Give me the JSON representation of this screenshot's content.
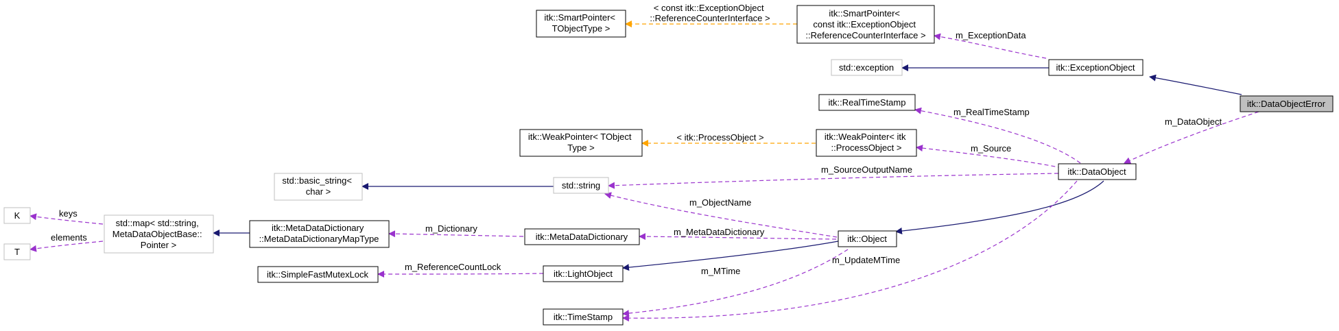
{
  "colors": {
    "inheritance": "#191970",
    "usage": "#9a32cd",
    "template": "#ffa500",
    "focus_fill": "#bfbfbf",
    "muted_border": "#bfbfbf"
  },
  "nodes": {
    "data_object_error": {
      "lines": [
        "itk::DataObjectError"
      ]
    },
    "exception_object": {
      "lines": [
        "itk::ExceptionObject"
      ]
    },
    "std_exception": {
      "lines": [
        "std::exception"
      ]
    },
    "smart_pointer_exception": {
      "lines": [
        "itk::SmartPointer<",
        "const itk::ExceptionObject",
        "::ReferenceCounterInterface >"
      ]
    },
    "smart_pointer_template": {
      "lines": [
        "itk::SmartPointer<",
        "TObjectType >"
      ]
    },
    "data_object": {
      "lines": [
        "itk::DataObject"
      ]
    },
    "real_time_stamp": {
      "lines": [
        "itk::RealTimeStamp"
      ]
    },
    "weak_pointer_process": {
      "lines": [
        "itk::WeakPointer< itk",
        "::ProcessObject >"
      ]
    },
    "weak_pointer_template": {
      "lines": [
        "itk::WeakPointer< TObject",
        "Type >"
      ]
    },
    "std_string": {
      "lines": [
        "std::string"
      ]
    },
    "basic_string": {
      "lines": [
        "std::basic_string<",
        "char >"
      ]
    },
    "itk_object": {
      "lines": [
        "itk::Object"
      ]
    },
    "meta_data_dictionary": {
      "lines": [
        "itk::MetaDataDictionary"
      ]
    },
    "meta_data_dictionary_map_type": {
      "lines": [
        "itk::MetaDataDictionary",
        "::MetaDataDictionaryMapType"
      ]
    },
    "std_map": {
      "lines": [
        "std::map< std::string,",
        "MetaDataObjectBase::",
        "Pointer >"
      ]
    },
    "k": {
      "lines": [
        "K"
      ]
    },
    "t": {
      "lines": [
        "T"
      ]
    },
    "light_object": {
      "lines": [
        "itk::LightObject"
      ]
    },
    "simple_fast_mutex_lock": {
      "lines": [
        "itk::SimpleFastMutexLock"
      ]
    },
    "time_stamp": {
      "lines": [
        "itk::TimeStamp"
      ]
    }
  },
  "edge_labels": {
    "exception_data": [
      "m_ExceptionData"
    ],
    "smart_pointer_template_arg": [
      "< const itk::ExceptionObject",
      "::ReferenceCounterInterface >"
    ],
    "data_object": [
      "m_DataObject"
    ],
    "real_time_stamp": [
      "m_RealTimeStamp"
    ],
    "source": [
      "m_Source"
    ],
    "weak_pointer_template_arg": [
      "< itk::ProcessObject >"
    ],
    "source_output_name": [
      "m_SourceOutputName"
    ],
    "object_name": [
      "m_ObjectName"
    ],
    "meta_data_dictionary": [
      "m_MetaDataDictionary"
    ],
    "dictionary": [
      "m_Dictionary"
    ],
    "keys": [
      "keys"
    ],
    "elements": [
      "elements"
    ],
    "reference_count_lock": [
      "m_ReferenceCountLock"
    ],
    "mtime": [
      "m_MTime"
    ],
    "update_mtime": [
      "m_UpdateMTime"
    ]
  }
}
